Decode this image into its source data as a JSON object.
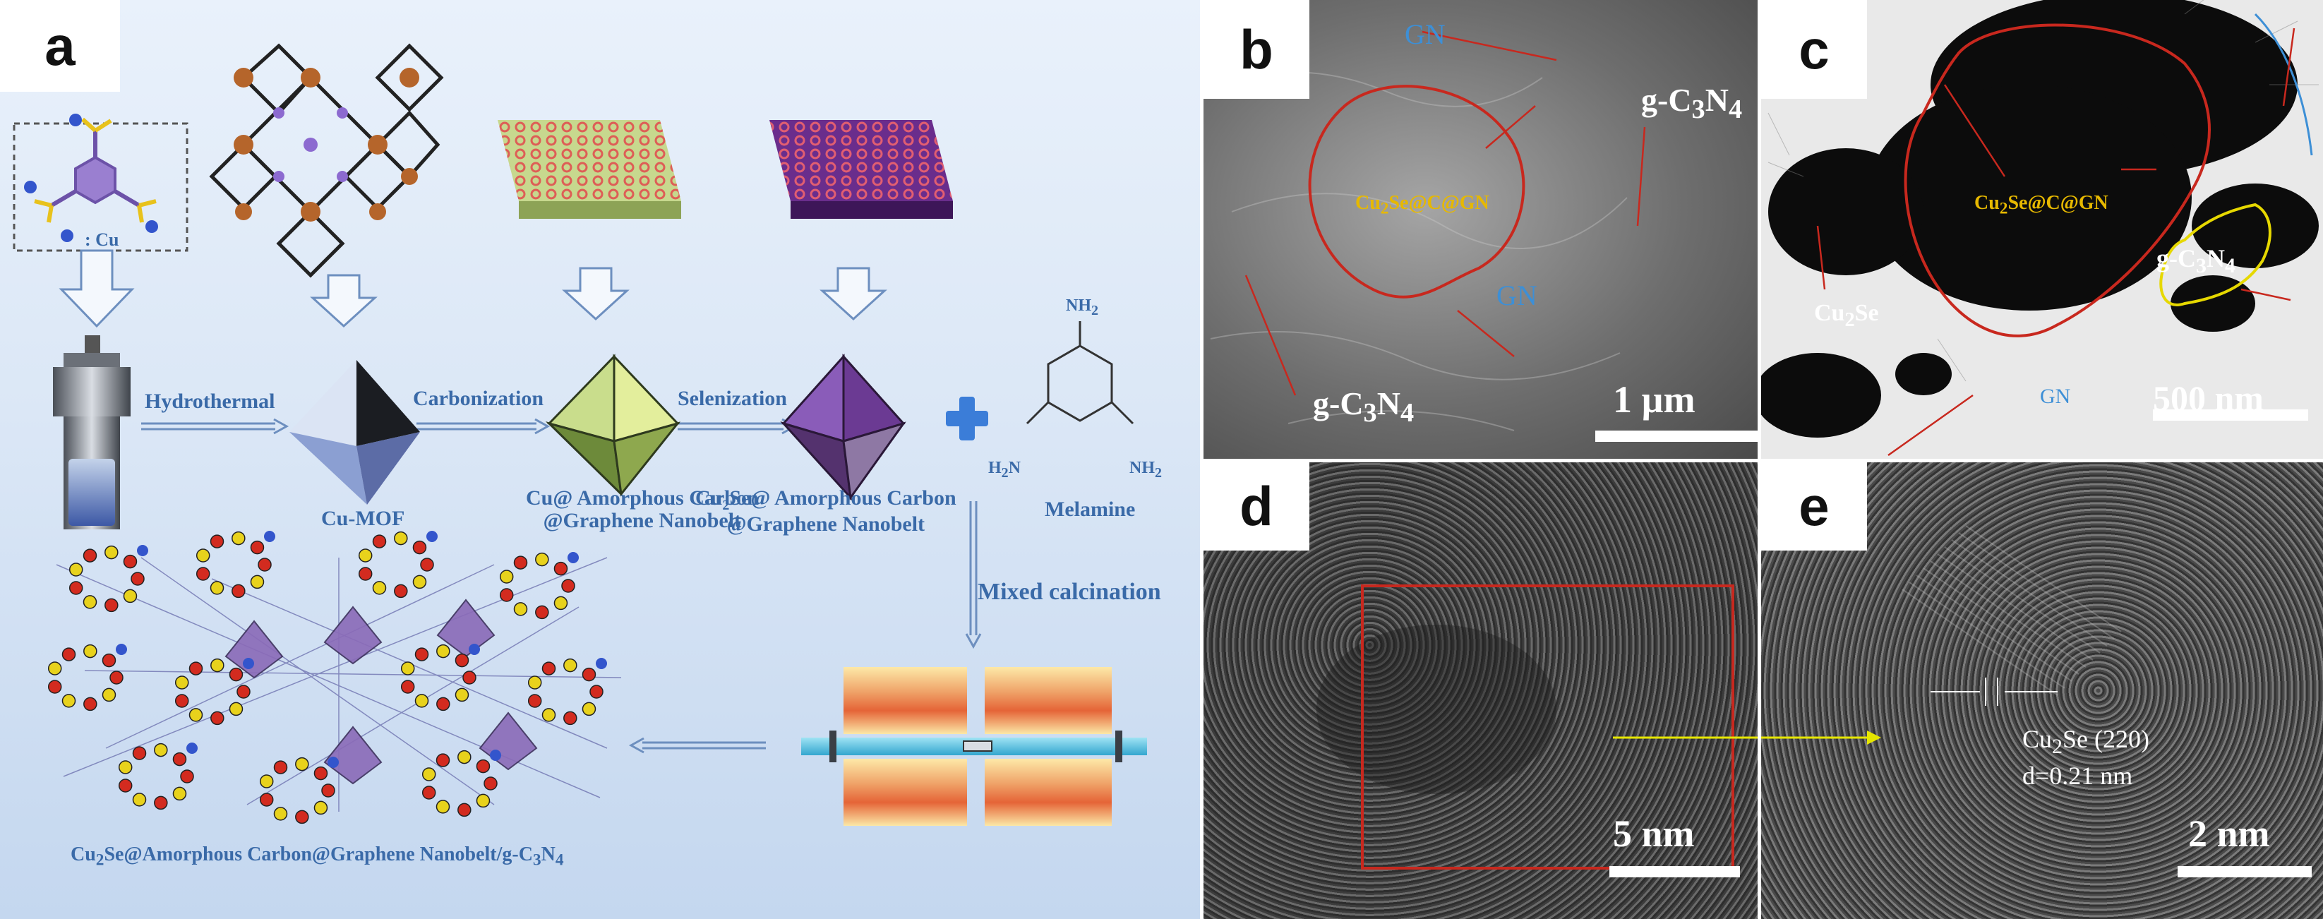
{
  "panel_a": {
    "label": "a",
    "legend_cu": "Cu",
    "steps": {
      "hydrothermal": "Hydrothermal",
      "carbonization": "Carbonization",
      "selenization": "Selenization",
      "mixed_calcination": "Mixed calcination"
    },
    "labels": {
      "cu_mof": "Cu-MOF",
      "cu_carbon_line1": "Cu@ Amorphous Carbon",
      "cu_carbon_line2": "@Graphene Nanobelt",
      "cu2se_carbon_line1_pre": "Cu",
      "cu2se_carbon_line1_sub": "2",
      "cu2se_carbon_line1_post": "Se@ Amorphous Carbon",
      "cu2se_carbon_line2": "@Graphene Nanobelt",
      "melamine": "Melamine",
      "final_pre": "Cu",
      "final_sub1": "2",
      "final_mid": "Se@Amorphous Carbon@Graphene Nanobelt/g-C",
      "final_sub2": "3",
      "final_post": "N",
      "final_sub3": "4"
    },
    "melamine_groups": {
      "nh2_top": "NH",
      "nh2_left": "H",
      "nh2_right": "NH",
      "sub2": "2",
      "n": "N"
    }
  },
  "panel_b": {
    "label": "b",
    "gn_top": "GN",
    "gn_mid": "GN",
    "gc3n4_right_pre": "g-C",
    "gc3n4_left_pre": "g-C",
    "sub3": "3",
    "n": "N",
    "sub4": "4",
    "composite_pre": "Cu",
    "composite_sub": "2",
    "composite_post": "Se@C@GN",
    "scale": "1 µm"
  },
  "panel_c": {
    "label": "c",
    "composite_pre": "Cu",
    "composite_sub": "2",
    "composite_post": "Se@C@GN",
    "cu2se_pre": "Cu",
    "cu2se_sub": "2",
    "cu2se_post": "Se",
    "gc3n4_pre": "g-C",
    "sub3": "3",
    "n": "N",
    "sub4": "4",
    "gn": "GN",
    "scale": "500 nm"
  },
  "panel_d": {
    "label": "d",
    "scale": "5 nm"
  },
  "panel_e": {
    "label": "e",
    "phase_pre": "Cu",
    "phase_sub": "2",
    "phase_post": "Se (220)",
    "spacing": "d=0.21 nm",
    "scale": "2 nm"
  },
  "colors": {
    "accent_blue": "#3a6aa8",
    "red_outline": "#c8281e",
    "yellow_text": "#e6b800",
    "gn_blue": "#3d8fd6"
  }
}
